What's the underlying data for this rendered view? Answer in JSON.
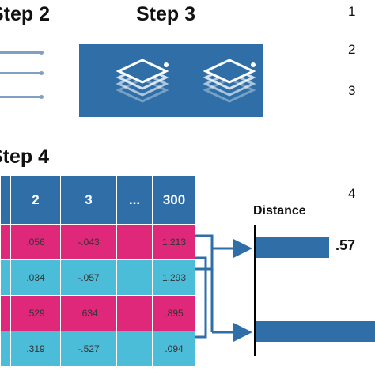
{
  "step_titles": {
    "step2": "Step 2",
    "step3": "Step 3",
    "step4": "Step 4"
  },
  "right_numbers": [
    "1",
    "2",
    "3",
    "4"
  ],
  "table": {
    "headers": [
      "",
      "2",
      "3",
      "...",
      "300"
    ],
    "rows": [
      {
        "style": "pink",
        "cells": [
          "",
          ".056",
          "-.043",
          "",
          "1.213"
        ]
      },
      {
        "style": "cyan",
        "cells": [
          "",
          ".034",
          "-.057",
          "",
          "1.293"
        ]
      },
      {
        "style": "pink",
        "cells": [
          "",
          ".529",
          ".634",
          "",
          ".895"
        ]
      },
      {
        "style": "cyan",
        "cells": [
          "",
          ".319",
          "-.527",
          "",
          ".094"
        ]
      }
    ]
  },
  "distance": {
    "label": "Distance",
    "values": [
      ".57"
    ]
  },
  "colors": {
    "blue": "#2f6ea7",
    "pink": "#e0287a",
    "cyan": "#4bbdd9",
    "line": "#7f9fc4"
  },
  "icons": [
    "layer-stack-icon",
    "layer-stack-icon"
  ]
}
